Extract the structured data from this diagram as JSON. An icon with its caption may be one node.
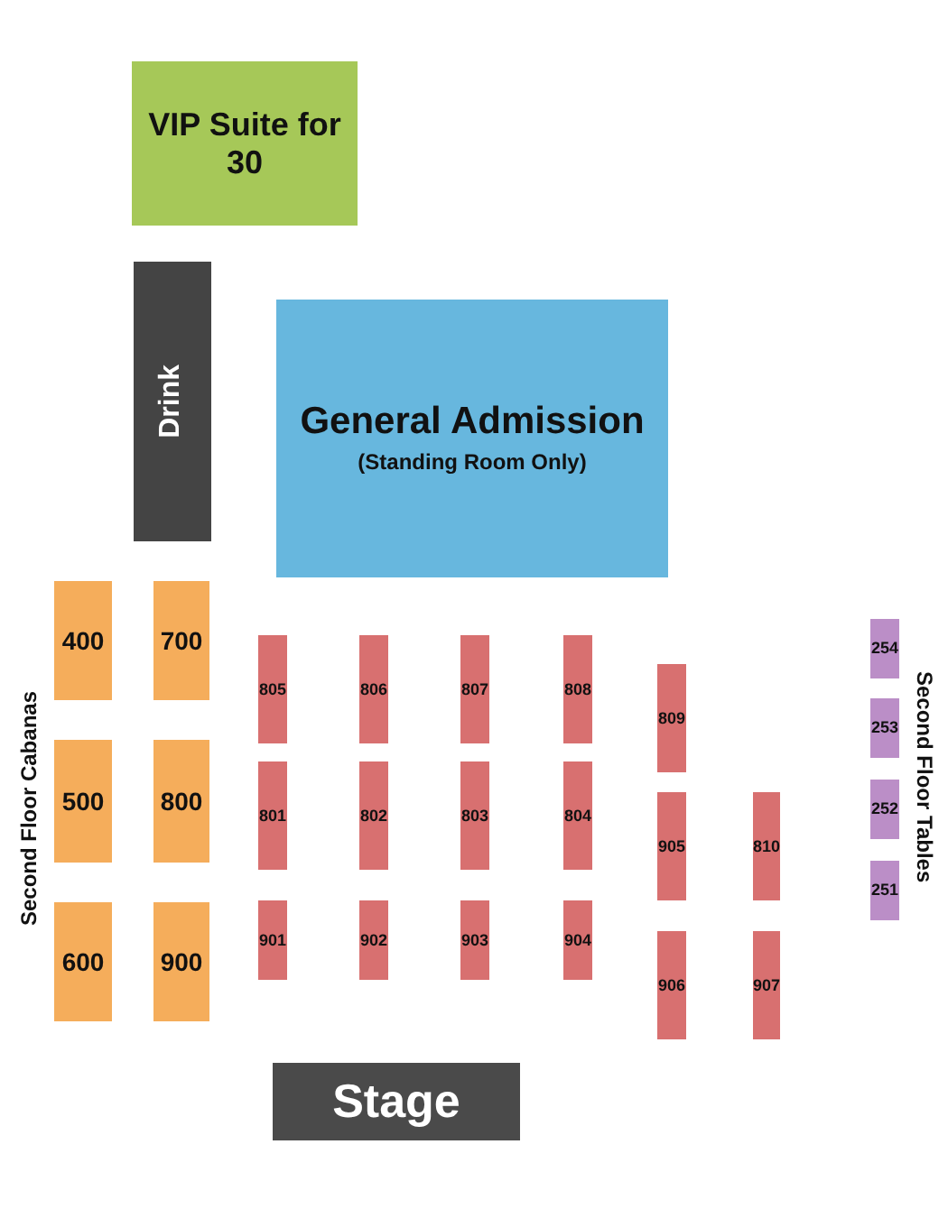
{
  "diagram": {
    "nodes": [
      {
        "text": [
          "VIP Suite for 30"
        ]
      },
      {
        "text": [
          "Drink"
        ]
      },
      {
        "text": [
          "General Admission",
          "(Standing Room Only)"
        ]
      },
      {
        "text": [
          "400"
        ]
      },
      {
        "text": [
          "700"
        ]
      },
      {
        "text": [
          "805"
        ]
      },
      {
        "text": [
          "806"
        ]
      },
      {
        "text": [
          "807"
        ]
      },
      {
        "text": [
          "808"
        ]
      },
      {
        "text": [
          "809"
        ]
      },
      {
        "text": [
          "254"
        ]
      },
      {
        "text": [
          "500"
        ]
      },
      {
        "text": [
          "800"
        ]
      },
      {
        "text": [
          "801"
        ]
      },
      {
        "text": [
          "802"
        ]
      },
      {
        "text": [
          "803"
        ]
      },
      {
        "text": [
          "804"
        ]
      },
      {
        "text": [
          "905"
        ]
      },
      {
        "text": [
          "810"
        ]
      },
      {
        "text": [
          "253"
        ]
      },
      {
        "text": [
          "252"
        ]
      },
      {
        "text": [
          "251"
        ]
      },
      {
        "text": [
          "600"
        ]
      },
      {
        "text": [
          "900"
        ]
      },
      {
        "text": [
          "901"
        ]
      },
      {
        "text": [
          "902"
        ]
      },
      {
        "text": [
          "903"
        ]
      },
      {
        "text": [
          "904"
        ]
      },
      {
        "text": [
          "906"
        ]
      },
      {
        "text": [
          "907"
        ]
      },
      {
        "text": [
          "Stage"
        ]
      }
    ],
    "labels": [
      "Second Floor Cabanas",
      "Second Floor Tables"
    ]
  }
}
